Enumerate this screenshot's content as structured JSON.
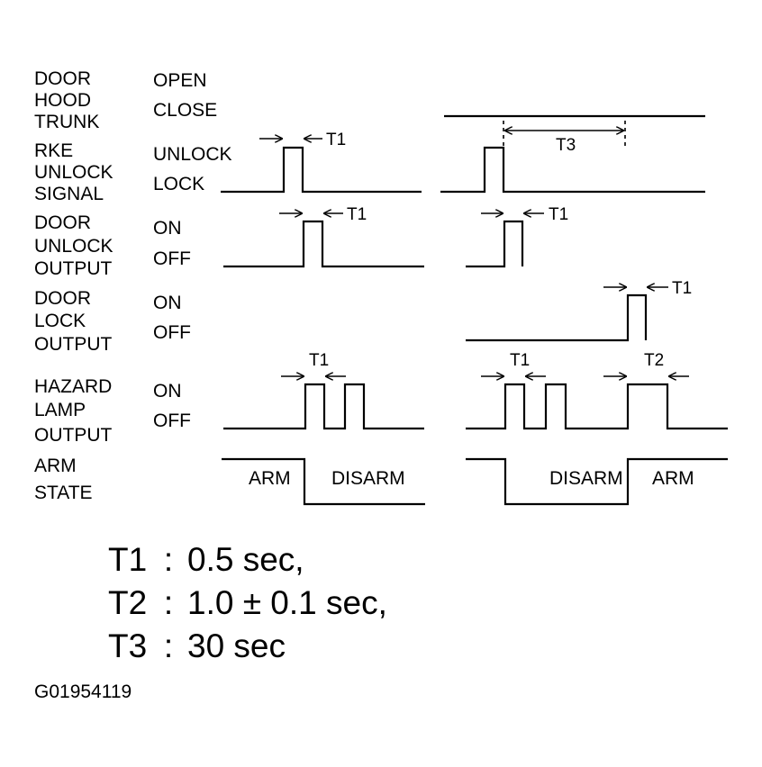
{
  "signals": [
    {
      "id": "door",
      "label": [
        "DOOR",
        "HOOD",
        "TRUNK"
      ],
      "states": [
        "OPEN",
        "CLOSE"
      ]
    },
    {
      "id": "rke",
      "label": [
        "RKE",
        "UNLOCK",
        "SIGNAL"
      ],
      "states": [
        "UNLOCK",
        "LOCK"
      ]
    },
    {
      "id": "unlock_out",
      "label": [
        "DOOR",
        "UNLOCK",
        "OUTPUT"
      ],
      "states": [
        "ON",
        "OFF"
      ]
    },
    {
      "id": "lock_out",
      "label": [
        "DOOR",
        "LOCK",
        "OUTPUT"
      ],
      "states": [
        "ON",
        "OFF"
      ]
    },
    {
      "id": "hazard",
      "label": [
        "HAZARD",
        "LAMP",
        "OUTPUT"
      ],
      "states": [
        "ON",
        "OFF"
      ]
    },
    {
      "id": "arm",
      "label": [
        "ARM",
        "STATE"
      ],
      "states": []
    }
  ],
  "timing_marks": {
    "t1": "T1",
    "t2": "T2",
    "t3": "T3"
  },
  "arm_state_labels": {
    "left_arm": "ARM",
    "left_disarm": "DISARM",
    "right_disarm": "DISARM",
    "right_arm": "ARM"
  },
  "legend": [
    {
      "name": "T1",
      "sep": ":",
      "value": "0.5 sec,"
    },
    {
      "name": "T2",
      "sep": ":",
      "value": "1.0 ± 0.1 sec,"
    },
    {
      "name": "T3",
      "sep": ":",
      "value": "30 sec"
    }
  ],
  "figure_id": "G01954119"
}
